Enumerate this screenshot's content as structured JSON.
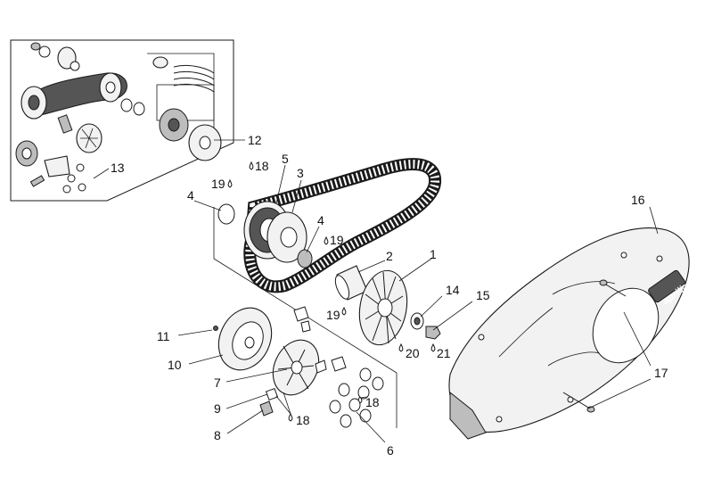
{
  "diagram": {
    "brand_text": "aprilia",
    "callouts": {
      "c1": "1",
      "c2": "2",
      "c3": "3",
      "c4a": "4",
      "c4b": "4",
      "c5": "5",
      "c6": "6",
      "c7": "7",
      "c8": "8",
      "c9": "9",
      "c10": "10",
      "c11": "11",
      "c12": "12",
      "c13": "13",
      "c14": "14",
      "c15": "15",
      "c16": "16",
      "c17": "17",
      "c18a": "18",
      "c18b": "18",
      "c18c": "18",
      "c19a": "19",
      "c19b": "19",
      "c19c": "19",
      "c20": "20",
      "c21": "21"
    }
  }
}
